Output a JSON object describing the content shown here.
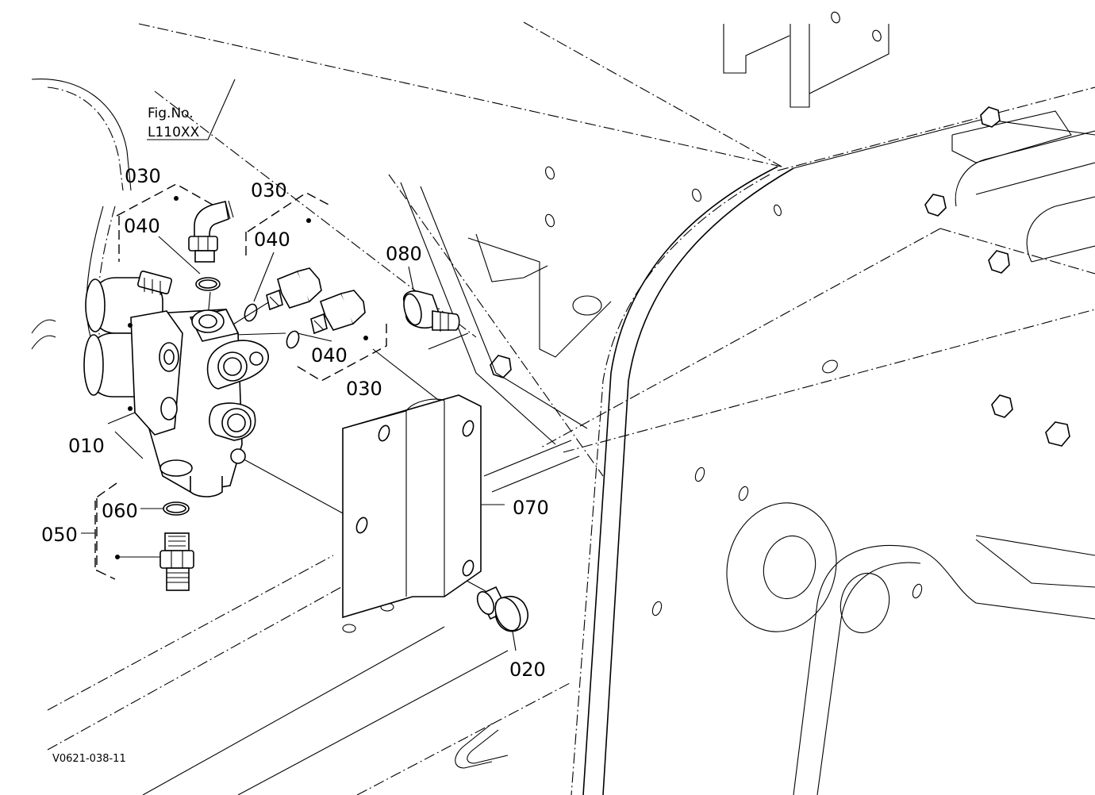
{
  "figure": {
    "fig_no_label": "Fig.No.",
    "fig_no_value": "L110XX",
    "drawing_code": "V0621-038-11"
  },
  "callouts": [
    {
      "id": "030",
      "text": "030"
    },
    {
      "id": "040",
      "text": "040"
    },
    {
      "id": "030b",
      "text": "030"
    },
    {
      "id": "040b",
      "text": "040"
    },
    {
      "id": "080",
      "text": "080"
    },
    {
      "id": "040c",
      "text": "040"
    },
    {
      "id": "030c",
      "text": "030"
    },
    {
      "id": "010",
      "text": "010"
    },
    {
      "id": "060",
      "text": "060"
    },
    {
      "id": "050",
      "text": "050"
    },
    {
      "id": "070",
      "text": "070"
    },
    {
      "id": "020",
      "text": "020"
    }
  ]
}
